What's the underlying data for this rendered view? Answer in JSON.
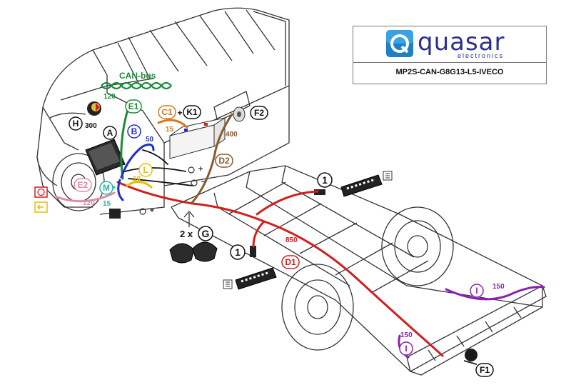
{
  "brand": {
    "name": "quasar",
    "subtitle": "electronics",
    "product_code": "MP2S-CAN-G8G13-L5-IVECO"
  },
  "canbus": {
    "label": "CAN-bus",
    "length": "120"
  },
  "labels": {
    "H": "H",
    "A": "A",
    "B": "B",
    "E1": "E1",
    "C1": "C1",
    "plus": "+",
    "K1": "K1",
    "F2": "F2",
    "D2": "D2",
    "L": "L",
    "E2": "E2",
    "M": "M",
    "G_qty": "2 x",
    "G": "G",
    "D1": "D1",
    "F1": "F1",
    "I_left": "I",
    "I_right": "I",
    "one_a": "1",
    "one_b": "1"
  },
  "lengths": {
    "h": "300",
    "b": "50",
    "c1": "15",
    "f2": "400",
    "l": "10",
    "e2": "120",
    "m": "15",
    "d1": "850",
    "i_right": "150",
    "i_left": "150"
  },
  "colors": {
    "red": "#d21f1f",
    "green": "#1a8a3a",
    "blue": "#1e2fd0",
    "orange": "#d9751e",
    "brown": "#8a5a2b",
    "yellow": "#e5c000",
    "pink": "#e08aa8",
    "teal": "#27b3a3",
    "purple": "#8a22b0",
    "brand": "#2a2f8f"
  }
}
